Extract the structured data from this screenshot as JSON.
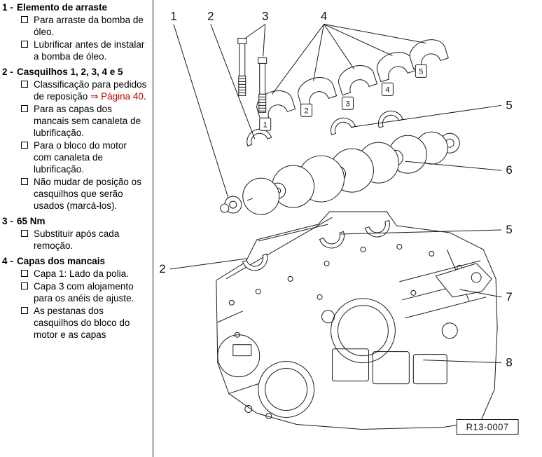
{
  "colors": {
    "ink": "#1a1a1a",
    "reference_link": "#bb0000"
  },
  "parts_list": {
    "items": [
      {
        "num": "1 -",
        "title": "Elemento de arraste",
        "bullets": [
          {
            "text": "Para arraste da bomba de óleo."
          },
          {
            "text": "Lubrificar antes de instalar a bomba de óleo."
          }
        ]
      },
      {
        "num": "2 -",
        "title": "Casquilhos 1, 2, 3, 4 e 5",
        "bullets": [
          {
            "text": "Classificação para pedidos de reposição ",
            "link": "⇒ Página 40",
            "suffix": "."
          },
          {
            "text": "Para as capas dos mancais sem canaleta de lubrificação."
          },
          {
            "text": "Para o bloco do motor com canaleta de lubrificação."
          },
          {
            "text": "Não mudar de posição os casquilhos que serão usados (marcá-los)."
          }
        ]
      },
      {
        "num": "3 -",
        "title": "65 Nm",
        "bullets": [
          {
            "text": "Substituir após cada remoção."
          }
        ]
      },
      {
        "num": "4 -",
        "title": "Capas dos mancais",
        "bullets": [
          {
            "text": "Capa 1: Lado da polia."
          },
          {
            "text": "Capa 3 com alojamento para os anéis de ajuste."
          },
          {
            "text": "As pestanas dos casquilhos do bloco do motor e as capas"
          }
        ]
      }
    ]
  },
  "diagram": {
    "callouts": [
      {
        "label": "1"
      },
      {
        "label": "2"
      },
      {
        "label": "3"
      },
      {
        "label": "4"
      },
      {
        "label": "5"
      },
      {
        "label": "6"
      },
      {
        "label": "5"
      },
      {
        "label": "2"
      },
      {
        "label": "7"
      },
      {
        "label": "8"
      }
    ],
    "cap_tags": [
      {
        "label": "1"
      },
      {
        "label": "2"
      },
      {
        "label": "3"
      },
      {
        "label": "4"
      },
      {
        "label": "5"
      }
    ],
    "figure_ref": "R13-0007"
  }
}
